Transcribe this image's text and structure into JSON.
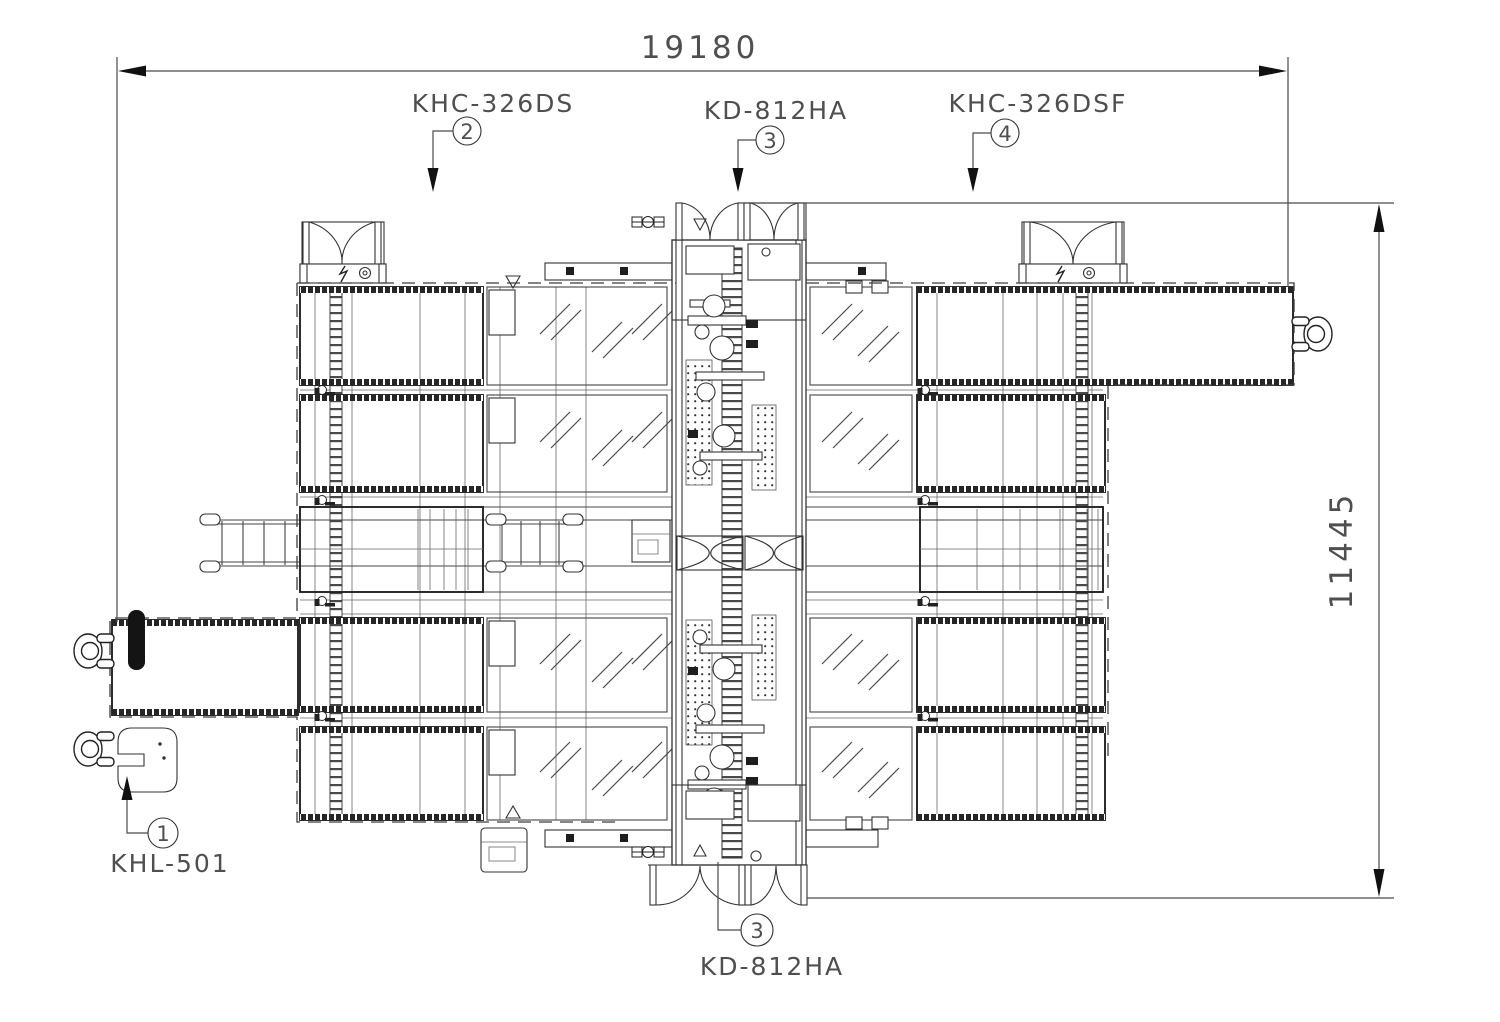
{
  "drawing": {
    "type": "equipment-layout-plan",
    "background": "#ffffff",
    "line_color": "#333333",
    "text_color": "#4f4f4f",
    "dimensions": {
      "overall_width": "19180",
      "overall_height": "11445"
    },
    "callouts": [
      {
        "number": "1",
        "model": "KHL-501"
      },
      {
        "number": "2",
        "model": "KHC-326DS"
      },
      {
        "number": "3",
        "model": "KD-812HA"
      },
      {
        "number": "4",
        "model": "KHC-326DSF"
      },
      {
        "number": "3",
        "model": "KD-812HA"
      }
    ]
  }
}
